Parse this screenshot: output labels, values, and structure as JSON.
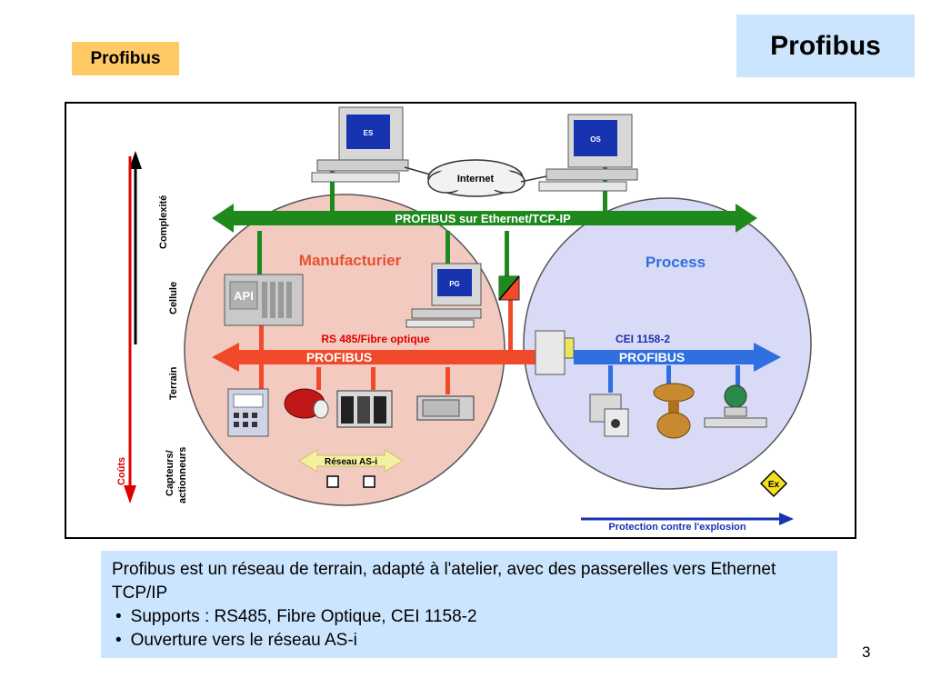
{
  "slide": {
    "title": "Profibus",
    "tag": "Profibus",
    "page_number": "3"
  },
  "diagram": {
    "internet": "Internet",
    "pc_es": "ES",
    "pc_os": "OS",
    "pc_pg": "PG",
    "api": "API",
    "ethernet_bus": "PROFIBUS sur Ethernet/TCP-IP",
    "manufacturier": "Manufacturier",
    "process": "Process",
    "rs485": "RS 485/Fibre optique",
    "profibus_left": "PROFIBUS",
    "cei": "CEI 1158-2",
    "profibus_right": "PROFIBUS",
    "as_i": "Réseau AS-i",
    "protection": "Protection contre l'explosion",
    "ex_symbol": "Ex",
    "axis_complexite": "Complexité",
    "axis_couts": "Coûts",
    "level_cellule": "Cellule",
    "level_terrain": "Terrain",
    "level_capteurs_1": "Capteurs/",
    "level_capteurs_2": "actionneurs",
    "colors": {
      "ethernet_green": "#1e8a1e",
      "profibus_red": "#f04a2a",
      "profibus_blue": "#2f6fe0",
      "manufacturier_fill": "#f3cabf",
      "process_fill": "#d9daf5",
      "asi_yellow": "#f5f0a0"
    }
  },
  "note": {
    "intro": "Profibus est un réseau de terrain, adapté à l'atelier, avec des passerelles vers Ethernet TCP/IP",
    "bullets": [
      "Supports : RS485, Fibre Optique, CEI 1158-2",
      "Ouverture vers le réseau AS-i"
    ]
  }
}
